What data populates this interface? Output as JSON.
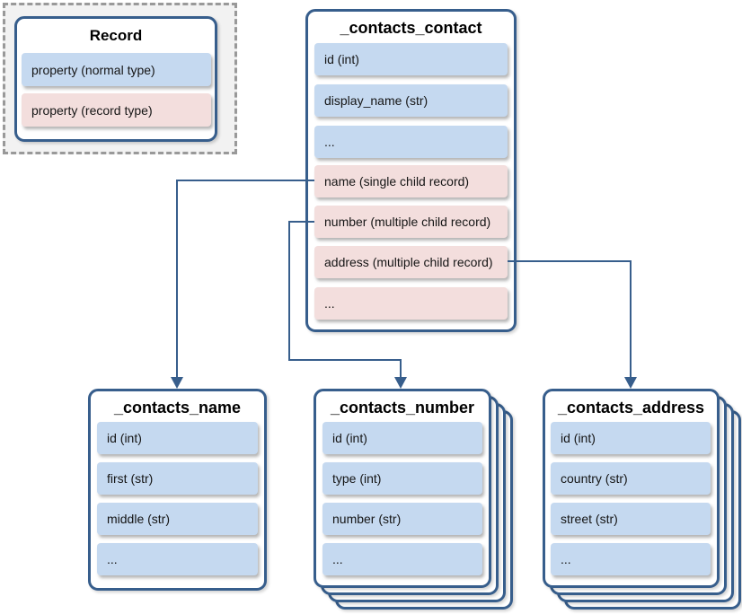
{
  "colors": {
    "outline": "#375e8c",
    "normal_fill": "#c5d9f0",
    "record_fill": "#f3dedd",
    "legend_bg": "#f2f2f2"
  },
  "legend": {
    "title": "Record",
    "items": [
      {
        "label": "property (normal type)",
        "type": "normal"
      },
      {
        "label": "property (record type)",
        "type": "record"
      }
    ]
  },
  "tables": {
    "contact": {
      "title": "_contacts_contact",
      "rows": [
        {
          "label": "id (int)",
          "type": "normal"
        },
        {
          "label": "display_name (str)",
          "type": "normal"
        },
        {
          "label": "...",
          "type": "normal"
        },
        {
          "label": "name (single child record)",
          "type": "record"
        },
        {
          "label": "number (multiple child record)",
          "type": "record"
        },
        {
          "label": "address (multiple child record)",
          "type": "record"
        },
        {
          "label": "...",
          "type": "record"
        }
      ]
    },
    "name": {
      "title": "_contacts_name",
      "rows": [
        {
          "label": "id (int)",
          "type": "normal"
        },
        {
          "label": "first (str)",
          "type": "normal"
        },
        {
          "label": "middle (str)",
          "type": "normal"
        },
        {
          "label": "...",
          "type": "normal"
        }
      ]
    },
    "number": {
      "title": "_contacts_number",
      "rows": [
        {
          "label": "id (int)",
          "type": "normal"
        },
        {
          "label": "type (int)",
          "type": "normal"
        },
        {
          "label": "number (str)",
          "type": "normal"
        },
        {
          "label": "...",
          "type": "normal"
        }
      ]
    },
    "address": {
      "title": "_contacts_address",
      "rows": [
        {
          "label": "id (int)",
          "type": "normal"
        },
        {
          "label": "country (str)",
          "type": "normal"
        },
        {
          "label": "street (str)",
          "type": "normal"
        },
        {
          "label": "...",
          "type": "normal"
        }
      ]
    }
  },
  "connectors": [
    {
      "from": "name (single child record)",
      "to": "_contacts_name"
    },
    {
      "from": "number (multiple child record)",
      "to": "_contacts_number"
    },
    {
      "from": "address (multiple child record)",
      "to": "_contacts_address"
    }
  ]
}
